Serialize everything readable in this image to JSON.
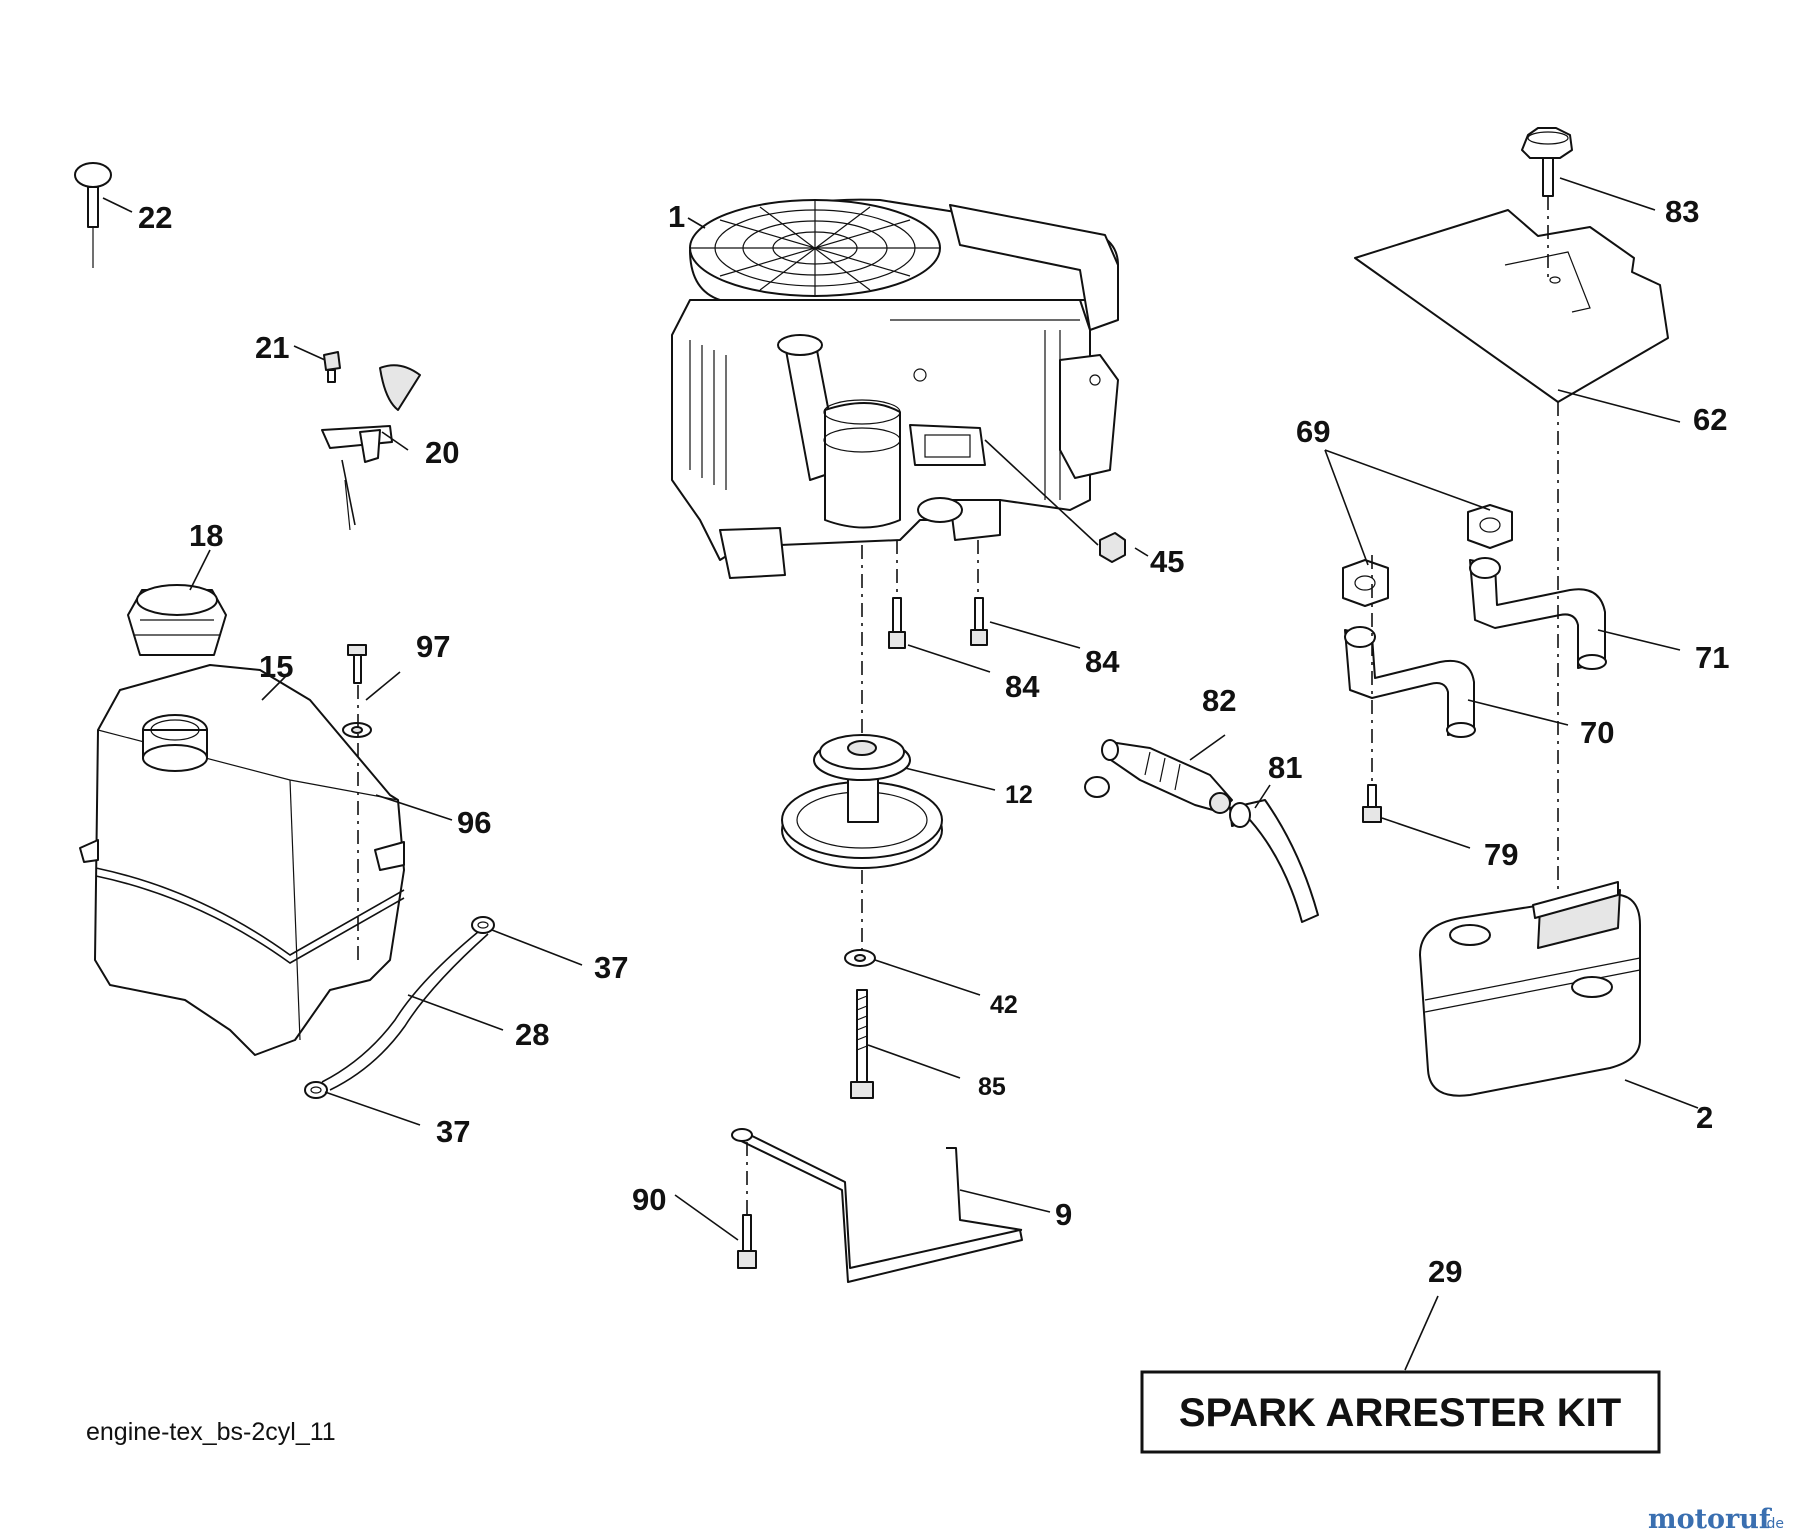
{
  "diagram": {
    "reference_code": "engine-tex_bs-2cyl_11",
    "kit_label": "SPARK ARRESTER KIT",
    "watermark": {
      "text": "motoruf",
      "suffix": ".de",
      "color": "#3a6fb0"
    },
    "callouts": {
      "p1": "1",
      "p2": "2",
      "p9": "9",
      "p12": "12",
      "p15": "15",
      "p18": "18",
      "p20": "20",
      "p21": "21",
      "p22": "22",
      "p28": "28",
      "p29": "29",
      "p37a": "37",
      "p37b": "37",
      "p42": "42",
      "p45": "45",
      "p62": "62",
      "p69": "69",
      "p70": "70",
      "p71": "71",
      "p79": "79",
      "p81": "81",
      "p82": "82",
      "p83": "83",
      "p84a": "84",
      "p84b": "84",
      "p85": "85",
      "p90": "90",
      "p96": "96",
      "p97": "97"
    }
  }
}
